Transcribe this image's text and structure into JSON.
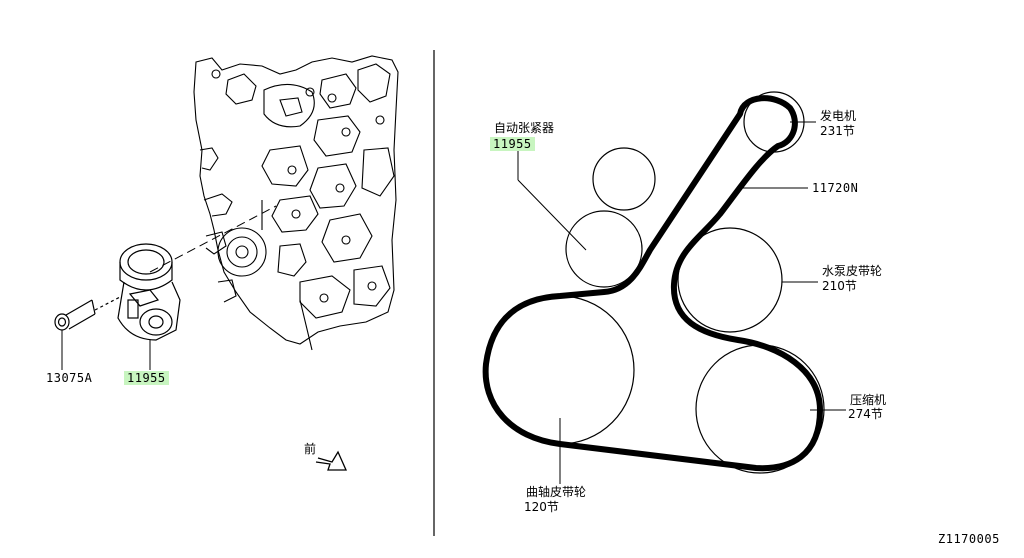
{
  "diagram": {
    "left": {
      "bolt_part": "13075A",
      "tensioner_part": "11955",
      "front_label": "前"
    },
    "right": {
      "tensioner_name": "自动张紧器",
      "tensioner_part": "11955",
      "belt_part": "11720N",
      "alternator_name": "发电机",
      "alternator_count": "231节",
      "water_pump_name": "水泵皮带轮",
      "water_pump_count": "210节",
      "compressor_name": "压缩机",
      "compressor_count": "274节",
      "crank_name": "曲轴皮带轮",
      "crank_count": "120节"
    },
    "figure_id": "Z1170005",
    "highlight_color": "#c8f5c0"
  }
}
